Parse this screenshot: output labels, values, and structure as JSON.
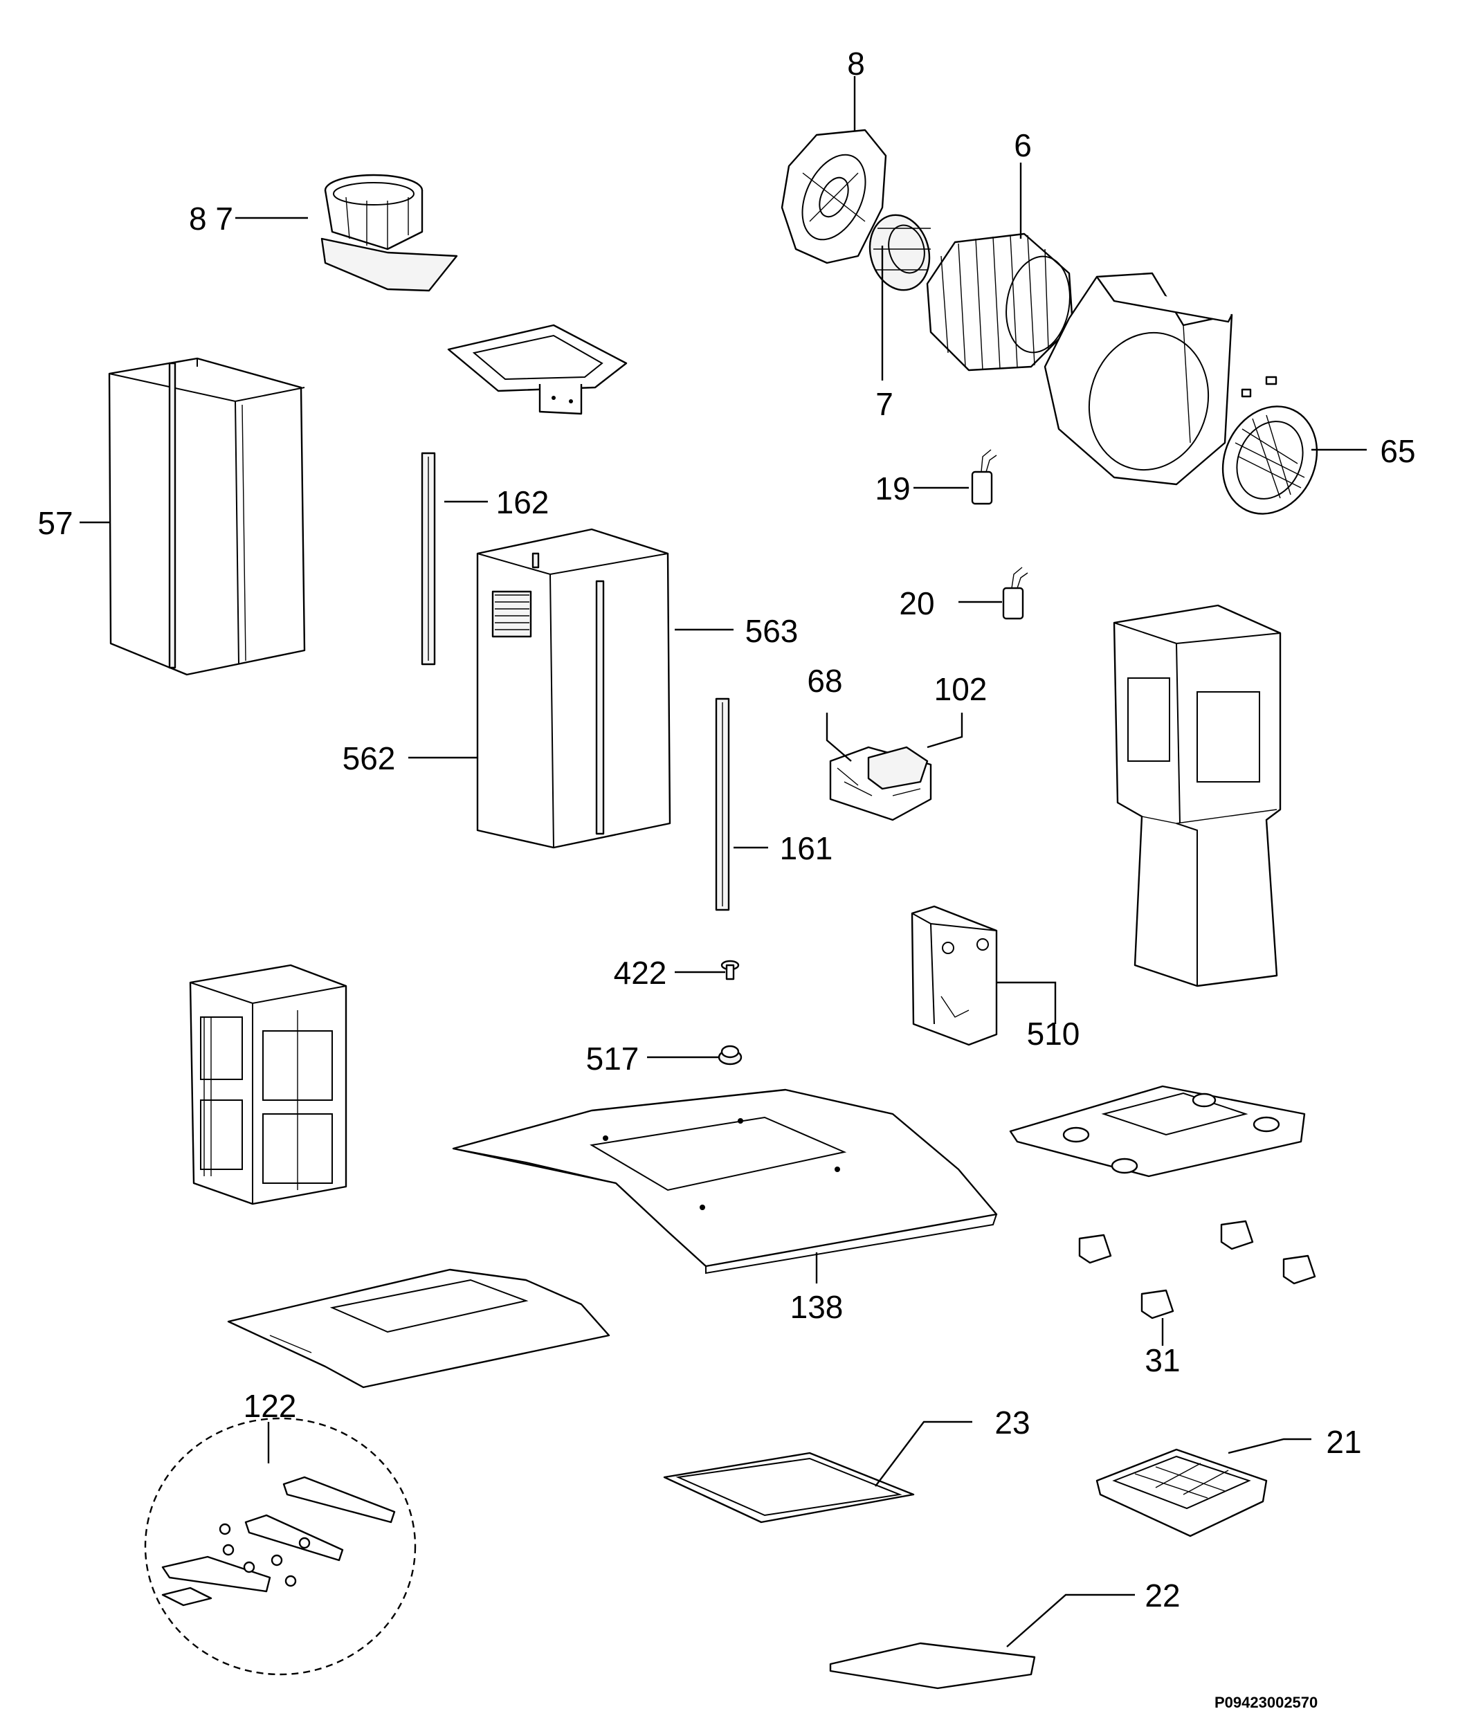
{
  "diagram": {
    "type": "exploded-parts-view",
    "callouts": {
      "c8": "8",
      "c87": "8 7",
      "c6": "6",
      "c7": "7",
      "c65": "65",
      "c19": "19",
      "c57": "57",
      "c162": "162",
      "c20": "20",
      "c563": "563",
      "c68": "68",
      "c102": "102",
      "c562": "562",
      "c161": "161",
      "c422": "422",
      "c510": "510",
      "c517": "517",
      "c138": "138",
      "c31": "31",
      "c122": "122",
      "c23": "23",
      "c21": "21",
      "c22": "22"
    },
    "document_id": "P09423002570"
  }
}
